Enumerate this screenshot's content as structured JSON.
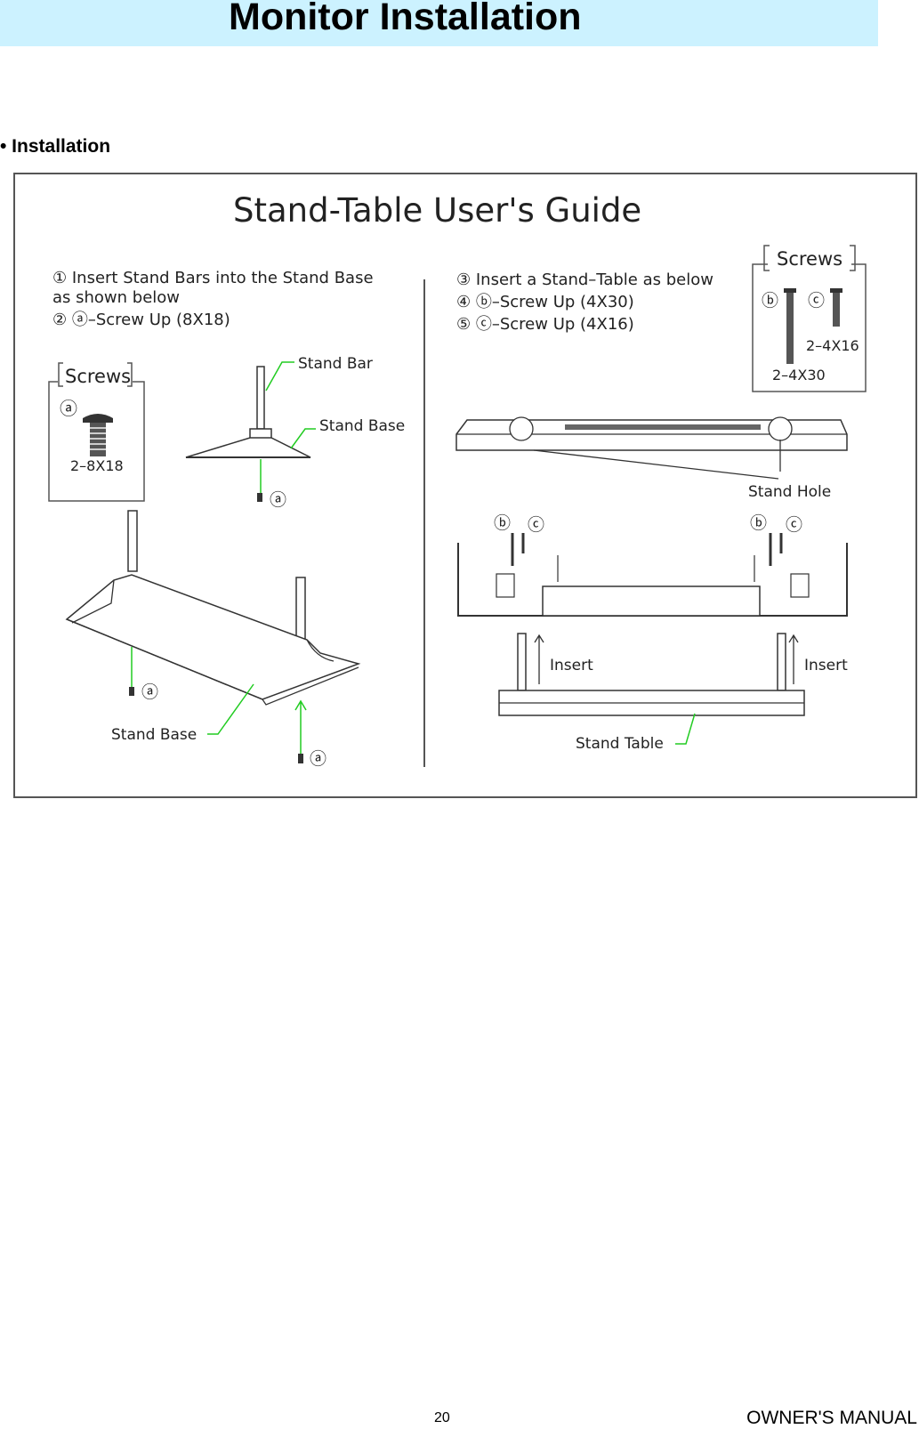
{
  "header": {
    "title": "Monitor Installation"
  },
  "section": {
    "heading": "• Installation"
  },
  "guide": {
    "title": "Stand-Table User's Guide",
    "left": {
      "step1_line1": "① Insert Stand Bars into the Stand Base",
      "step1_line2": "as shown below",
      "step2": "② ⓐ–Screw Up (8X18)",
      "screws_label": "Screws",
      "screw_a_marker": "ⓐ",
      "screw_a_qty": "2–8X18",
      "stand_bar_label": "Stand Bar",
      "stand_base_label_top": "Stand Base",
      "stand_base_label_bottom": "Stand Base",
      "screw_marker": "ⓐ"
    },
    "right": {
      "step3": "③ Insert a Stand–Table as below",
      "step4": "④ ⓑ–Screw Up (4X30)",
      "step5": "⑤ ⓒ–Screw Up (4X16)",
      "screws_label": "Screws",
      "screw_b_marker": "ⓑ",
      "screw_c_marker": "ⓒ",
      "screw_c_qty": "2–4X16",
      "screw_b_qty": "2–4X30",
      "stand_hole_label": "Stand Hole",
      "insert_label": "Insert",
      "stand_table_label": "Stand Table"
    }
  },
  "footer": {
    "page_number": "20",
    "manual_label": "OWNER'S MANUAL"
  }
}
